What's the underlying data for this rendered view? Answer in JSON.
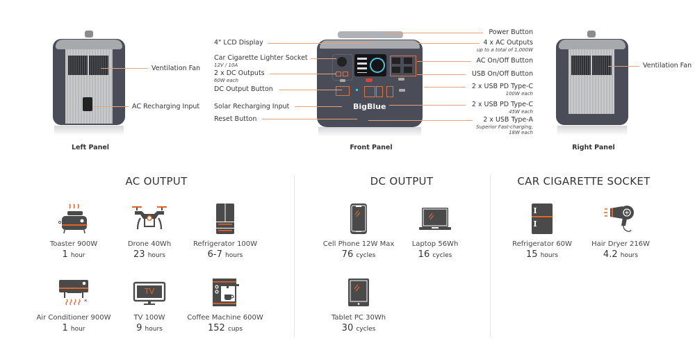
{
  "product": {
    "brand": "BigBlue",
    "left_panel": {
      "caption": "Left Panel",
      "callouts": [
        {
          "label": "Ventilation Fan"
        },
        {
          "label": "AC Recharging Input"
        }
      ]
    },
    "front_panel": {
      "caption": "Front Panel",
      "left_callouts": [
        {
          "label": "4\" LCD Display",
          "note": ""
        },
        {
          "label": "Car Cigarette Lighter Socket",
          "note": "12V / 10A"
        },
        {
          "label": "2 x DC Outputs",
          "note": "60W each"
        },
        {
          "label": "DC Output Button",
          "note": ""
        },
        {
          "label": "Solar Recharging Input",
          "note": ""
        },
        {
          "label": "Reset Button",
          "note": ""
        }
      ],
      "right_callouts": [
        {
          "label": "Power Button",
          "note": "",
          "note2": ""
        },
        {
          "label": "4 x AC Outputs",
          "note": "up to a total of 1,000W",
          "note2": ""
        },
        {
          "label": "AC On/Off Button",
          "note": "",
          "note2": ""
        },
        {
          "label": "USB On/Off Button",
          "note": "",
          "note2": ""
        },
        {
          "label": "2 x USB PD Type-C",
          "note": "100W each",
          "note2": ""
        },
        {
          "label": "2 x USB PD Type-C",
          "note": "45W each",
          "note2": ""
        },
        {
          "label": "2 x USB Type-A",
          "note": "Superior Fast-charging,",
          "note2": "18W each"
        }
      ]
    },
    "right_panel": {
      "caption": "Right Panel",
      "callouts": [
        {
          "label": "Ventilation Fan"
        }
      ]
    }
  },
  "sections": {
    "ac_output": {
      "title": "AC OUTPUT",
      "items": [
        {
          "icon": "toaster-icon",
          "name": "Toaster 900W",
          "value": "1",
          "unit": "hour"
        },
        {
          "icon": "drone-icon",
          "name": "Drone 40Wh",
          "value": "23",
          "unit": "hours"
        },
        {
          "icon": "refrigerator-icon",
          "name": "Refrigerator 100W",
          "value": "6-7",
          "unit": "hours"
        },
        {
          "icon": "air-conditioner-icon",
          "name": "Air Conditioner 900W",
          "value": "1",
          "unit": "hour"
        },
        {
          "icon": "tv-icon",
          "name": "TV 100W",
          "value": "9",
          "unit": "hours",
          "icon_text": "TV"
        },
        {
          "icon": "coffee-machine-icon",
          "name": "Coffee Machine 600W",
          "value": "152",
          "unit": "cups"
        }
      ]
    },
    "dc_output": {
      "title": "DC OUTPUT",
      "items": [
        {
          "icon": "cell-phone-icon",
          "name": "Cell Phone 12W Max",
          "value": "76",
          "unit": "cycles"
        },
        {
          "icon": "laptop-icon",
          "name": "Laptop 56Wh",
          "value": "16",
          "unit": "cycles"
        },
        {
          "icon": "tablet-icon",
          "name": "Tablet PC 30Wh",
          "value": "30",
          "unit": "cycles"
        }
      ]
    },
    "car_socket": {
      "title": "CAR CIGARETTE SOCKET",
      "items": [
        {
          "icon": "car-refrigerator-icon",
          "name": "Refrigerator 60W",
          "value": "15",
          "unit": "hours"
        },
        {
          "icon": "hair-dryer-icon",
          "name": "Hair Dryer 216W",
          "value": "4.2",
          "unit": "hours"
        }
      ]
    }
  },
  "colors": {
    "accent": "#e0652a",
    "callout_line": "#e6a37d",
    "icon_dark": "#4a4a4a",
    "body_dark": "#4a4d57"
  }
}
